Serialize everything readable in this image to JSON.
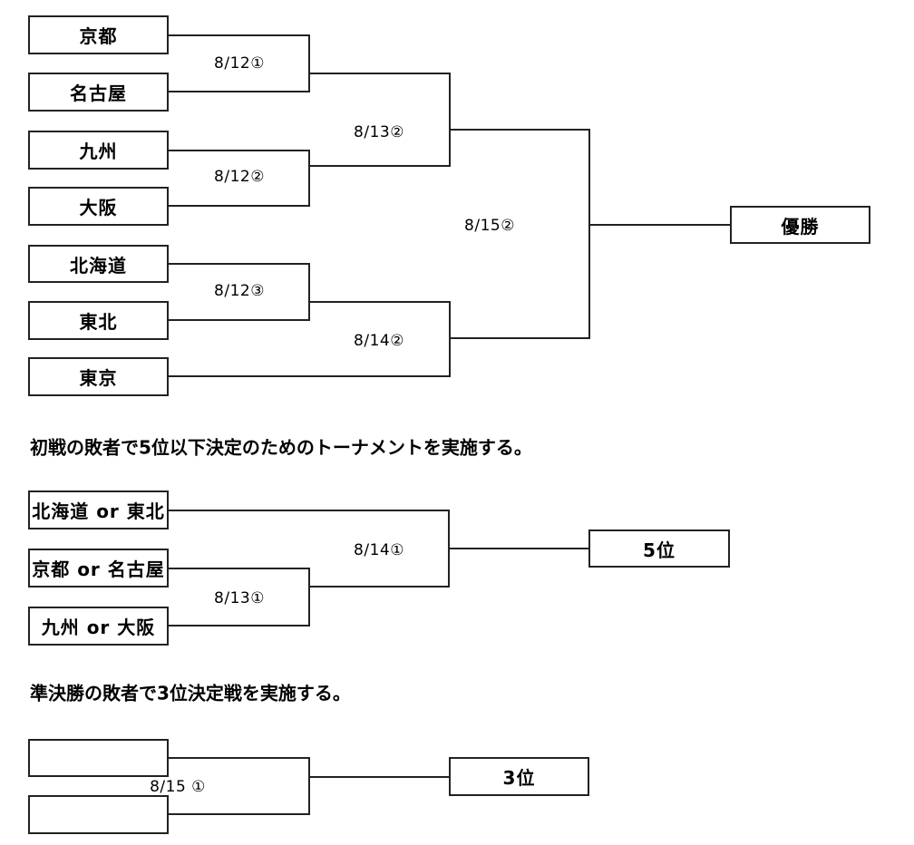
{
  "main_bracket": {
    "teams": [
      "京都",
      "名古屋",
      "九州",
      "大阪",
      "北海道",
      "東北",
      "東京"
    ],
    "round1_matches": [
      {
        "label": "8/12①"
      },
      {
        "label": "8/12②"
      },
      {
        "label": "8/12③"
      }
    ],
    "semifinal_matches": [
      {
        "label": "8/13②"
      },
      {
        "label": "8/14②"
      }
    ],
    "final_match": {
      "label": "8/15②"
    },
    "champion_label": "優勝"
  },
  "consolation_bracket": {
    "note": "初戦の敗者で5位以下決定のためのトーナメントを実施する。",
    "teams": [
      "北海道 or 東北",
      "京都 or 名古屋",
      "九州 or 大阪"
    ],
    "first_match": {
      "label": "8/13①"
    },
    "final_match": {
      "label": "8/14①"
    },
    "result_label": "5位"
  },
  "third_place_match": {
    "note": "準決勝の敗者で3位決定戦を実施する。",
    "teams": [
      "",
      ""
    ],
    "match": {
      "label": "8/15 ①"
    },
    "result_label": "3位"
  },
  "colors": {
    "line": "#222222",
    "background": "#ffffff",
    "text": "#000000"
  }
}
